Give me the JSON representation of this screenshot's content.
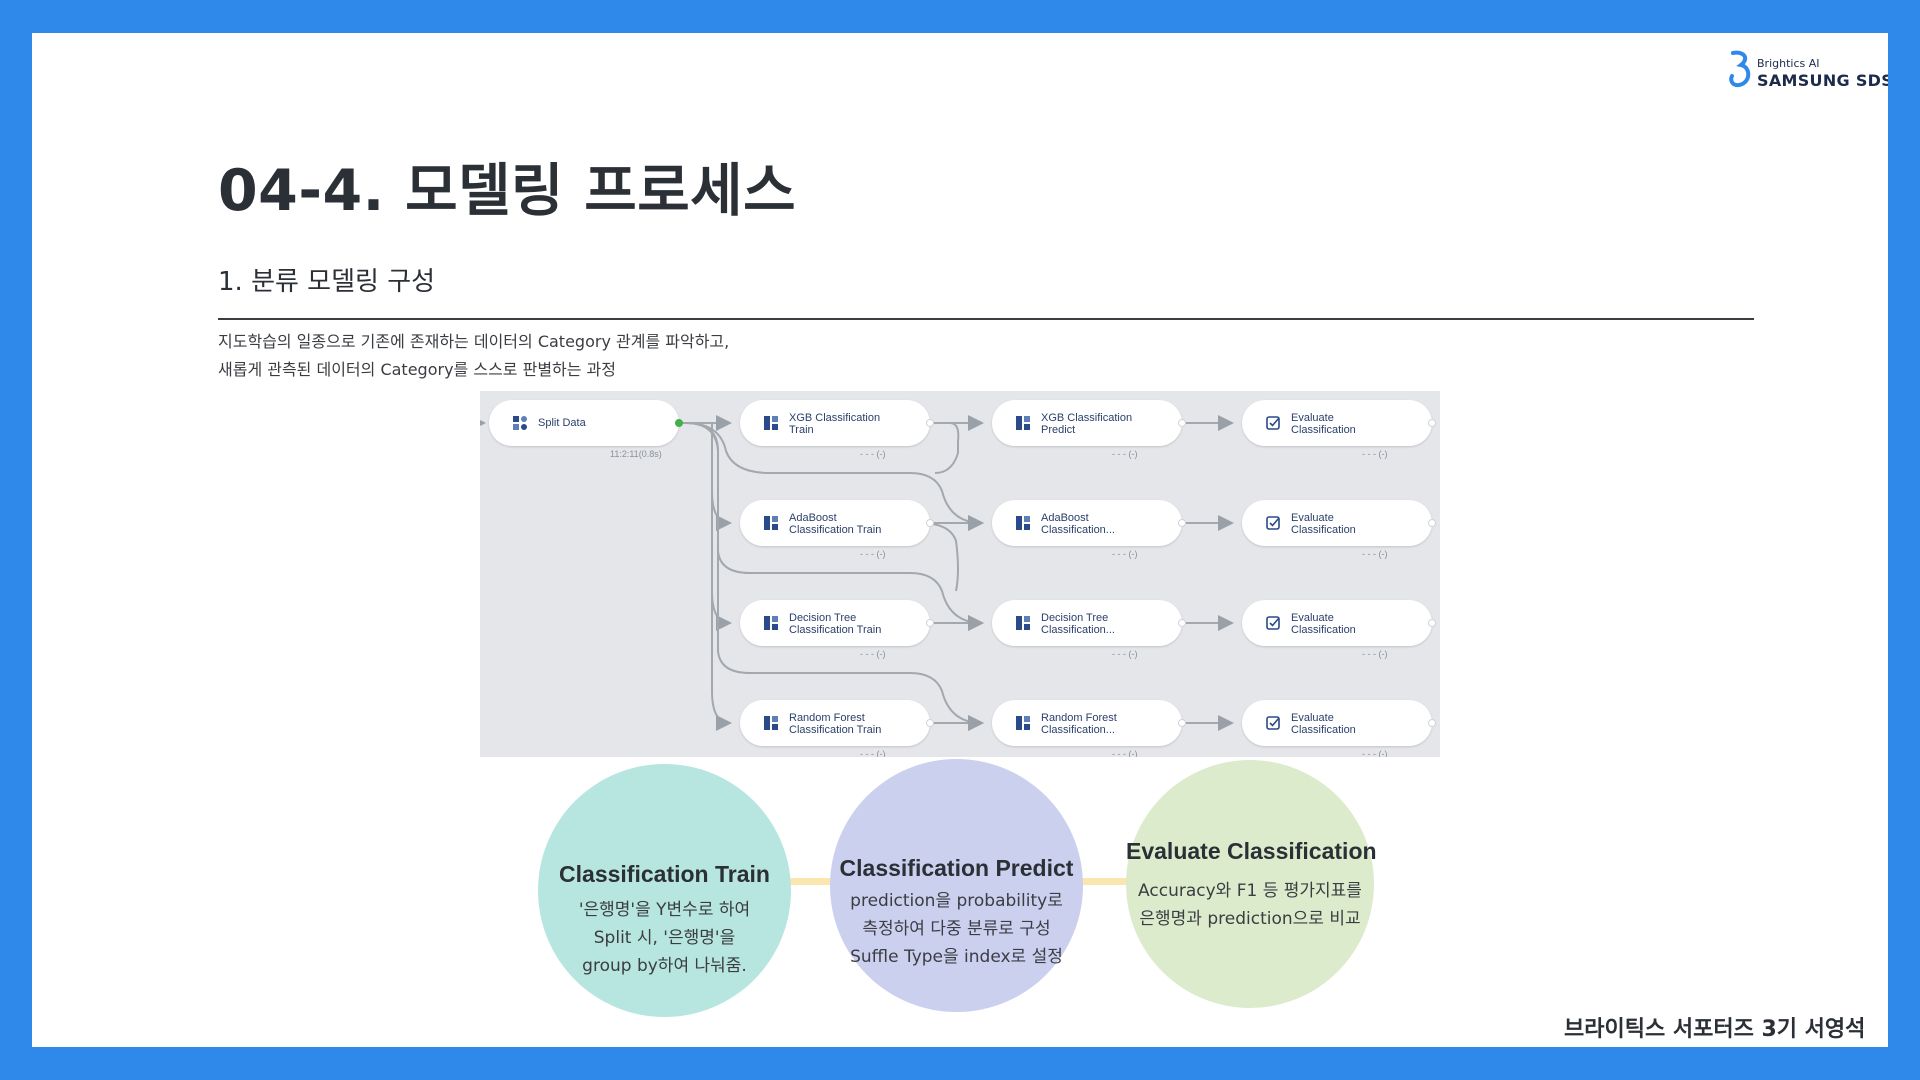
{
  "logo": {
    "subtitle": "Brightics AI",
    "brand": "SAMSUNG SDS",
    "color": "#2f89ea"
  },
  "page_title": "04-4. 모델링 프로세스",
  "section_title": "1. 분류 모델링 구성",
  "description": [
    "지도학습의 일종으로 기존에 존재하는 데이터의 Category 관계를 파악하고,",
    "새롭게 관측된 데이터의 Category를 스스로 판별하는 과정"
  ],
  "workflow": {
    "split": {
      "label": "Split Data",
      "meta": "11:2:11(0.8s)"
    },
    "train": [
      {
        "label": "XGB Classification\nTrain",
        "meta": "- - - (-)"
      },
      {
        "label": "AdaBoost\nClassification Train",
        "meta": "- - - (-)"
      },
      {
        "label": "Decision Tree\nClassification Train",
        "meta": "- - - (-)"
      },
      {
        "label": "Random Forest\nClassification Train",
        "meta": "- - - (-)"
      }
    ],
    "predict": [
      {
        "label": "XGB Classification\nPredict",
        "meta": "- - - (-)"
      },
      {
        "label": "AdaBoost\nClassification...",
        "meta": "- - - (-)"
      },
      {
        "label": "Decision Tree\nClassification...",
        "meta": "- - - (-)"
      },
      {
        "label": "Random Forest\nClassification...",
        "meta": "- - - (-)"
      }
    ],
    "evaluate": [
      {
        "label": "Evaluate\nClassification",
        "meta": "- - - (-)"
      },
      {
        "label": "Evaluate\nClassification",
        "meta": "- - - (-)"
      },
      {
        "label": "Evaluate\nClassification",
        "meta": "- - - (-)"
      },
      {
        "label": "Evaluate\nClassification",
        "meta": "- - - (-)"
      }
    ]
  },
  "steps": [
    {
      "title": "Classification Train",
      "text": "'은행명'을 Y변수로 하여\nSplit 시, '은행명'을\ngroup by하여 나눠줌.",
      "color": "#b7e5df"
    },
    {
      "title": "Classification Predict",
      "text": "prediction을 probability로\n측정하여 다중 분류로 구성\nSuffle Type을 index로 설정",
      "color": "#ccd0ef"
    },
    {
      "title": "Evaluate Classification",
      "text": "Accuracy와 F1 등 평가지표를\n은행명과 prediction으로 비교",
      "color": "#dcebcc"
    }
  ],
  "footer": "브라이틱스 서포터즈 3기 서영석"
}
